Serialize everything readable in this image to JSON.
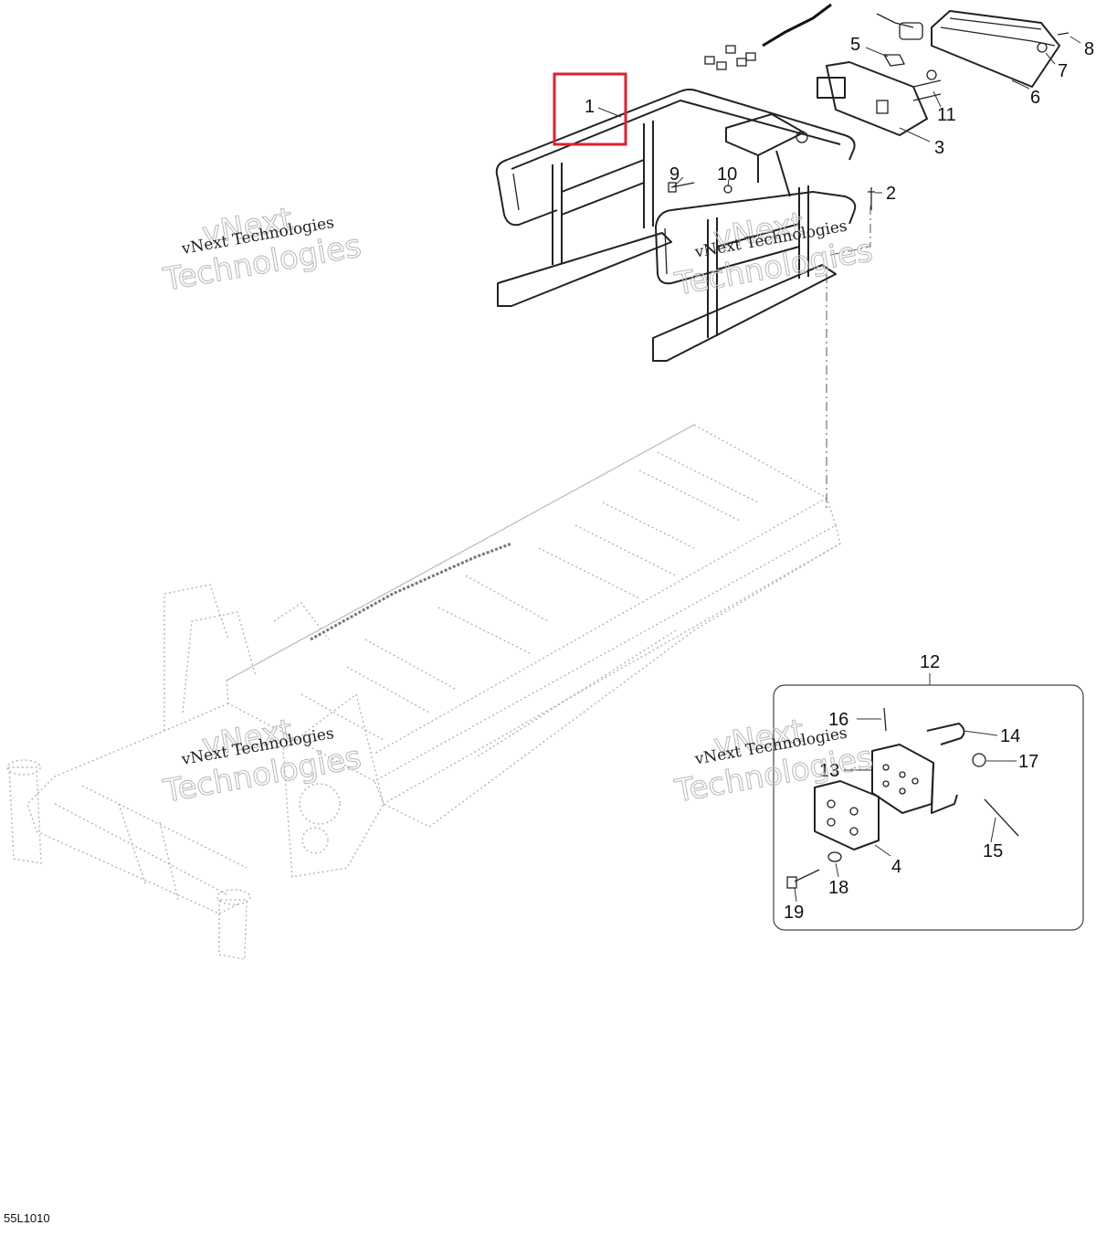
{
  "diagram": {
    "figure_code": "55L1010",
    "watermark": {
      "line1": "vNext Technologies",
      "line2": "vNext",
      "line3": "Technologies"
    },
    "highlight": {
      "callout": "1",
      "color": "#e0202a"
    },
    "callouts": [
      "1",
      "2",
      "3",
      "4",
      "5",
      "6",
      "7",
      "8",
      "9",
      "10",
      "11",
      "12",
      "13",
      "14",
      "15",
      "16",
      "17",
      "18",
      "19"
    ],
    "inset_group": "12"
  }
}
